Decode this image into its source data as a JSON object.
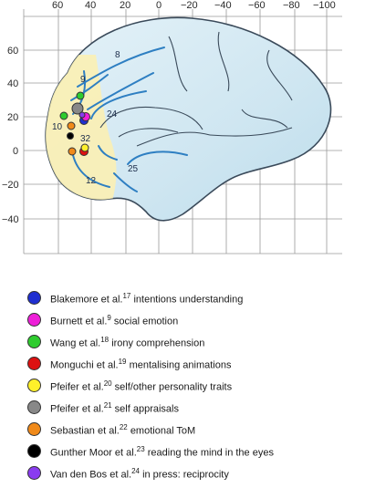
{
  "axes": {
    "x_ticks": [
      "60",
      "40",
      "20",
      "0",
      "−20",
      "−40",
      "−60",
      "−80",
      "−100"
    ],
    "y_ticks": [
      "60",
      "40",
      "20",
      "0",
      "−20",
      "−40"
    ]
  },
  "regions": [
    "8",
    "9",
    "10",
    "24",
    "32",
    "12",
    "25"
  ],
  "legend": [
    {
      "author": "Blakemore et al.",
      "ref": "17",
      "desc": "intentions understanding",
      "color": "#1f2fd0"
    },
    {
      "author": "Burnett et al.",
      "ref": "9",
      "desc": "social emotion",
      "color": "#ee1fd8"
    },
    {
      "author": "Wang et al.",
      "ref": "18",
      "desc": "irony comprehension",
      "color": "#2fcc2f"
    },
    {
      "author": "Monguchi et al.",
      "ref": "19",
      "desc": "mentalising animations",
      "color": "#dd1111"
    },
    {
      "author": "Pfeifer et al.",
      "ref": "20",
      "desc": "self/other personality traits",
      "color": "#fff02a"
    },
    {
      "author": "Pfeifer et al.",
      "ref": "21",
      "desc": "self appraisals",
      "color": "#888888"
    },
    {
      "author": "Sebastian et al.",
      "ref": "22",
      "desc": "emotional ToM",
      "color": "#f08a1a"
    },
    {
      "author": "Gunther Moor et al.",
      "ref": "23",
      "desc": "reading the mind in the eyes",
      "color": "#000000"
    },
    {
      "author": "Van den Bos et al.",
      "ref": "24",
      "desc": "in press: reciprocity",
      "color": "#8a3cf0"
    }
  ]
}
